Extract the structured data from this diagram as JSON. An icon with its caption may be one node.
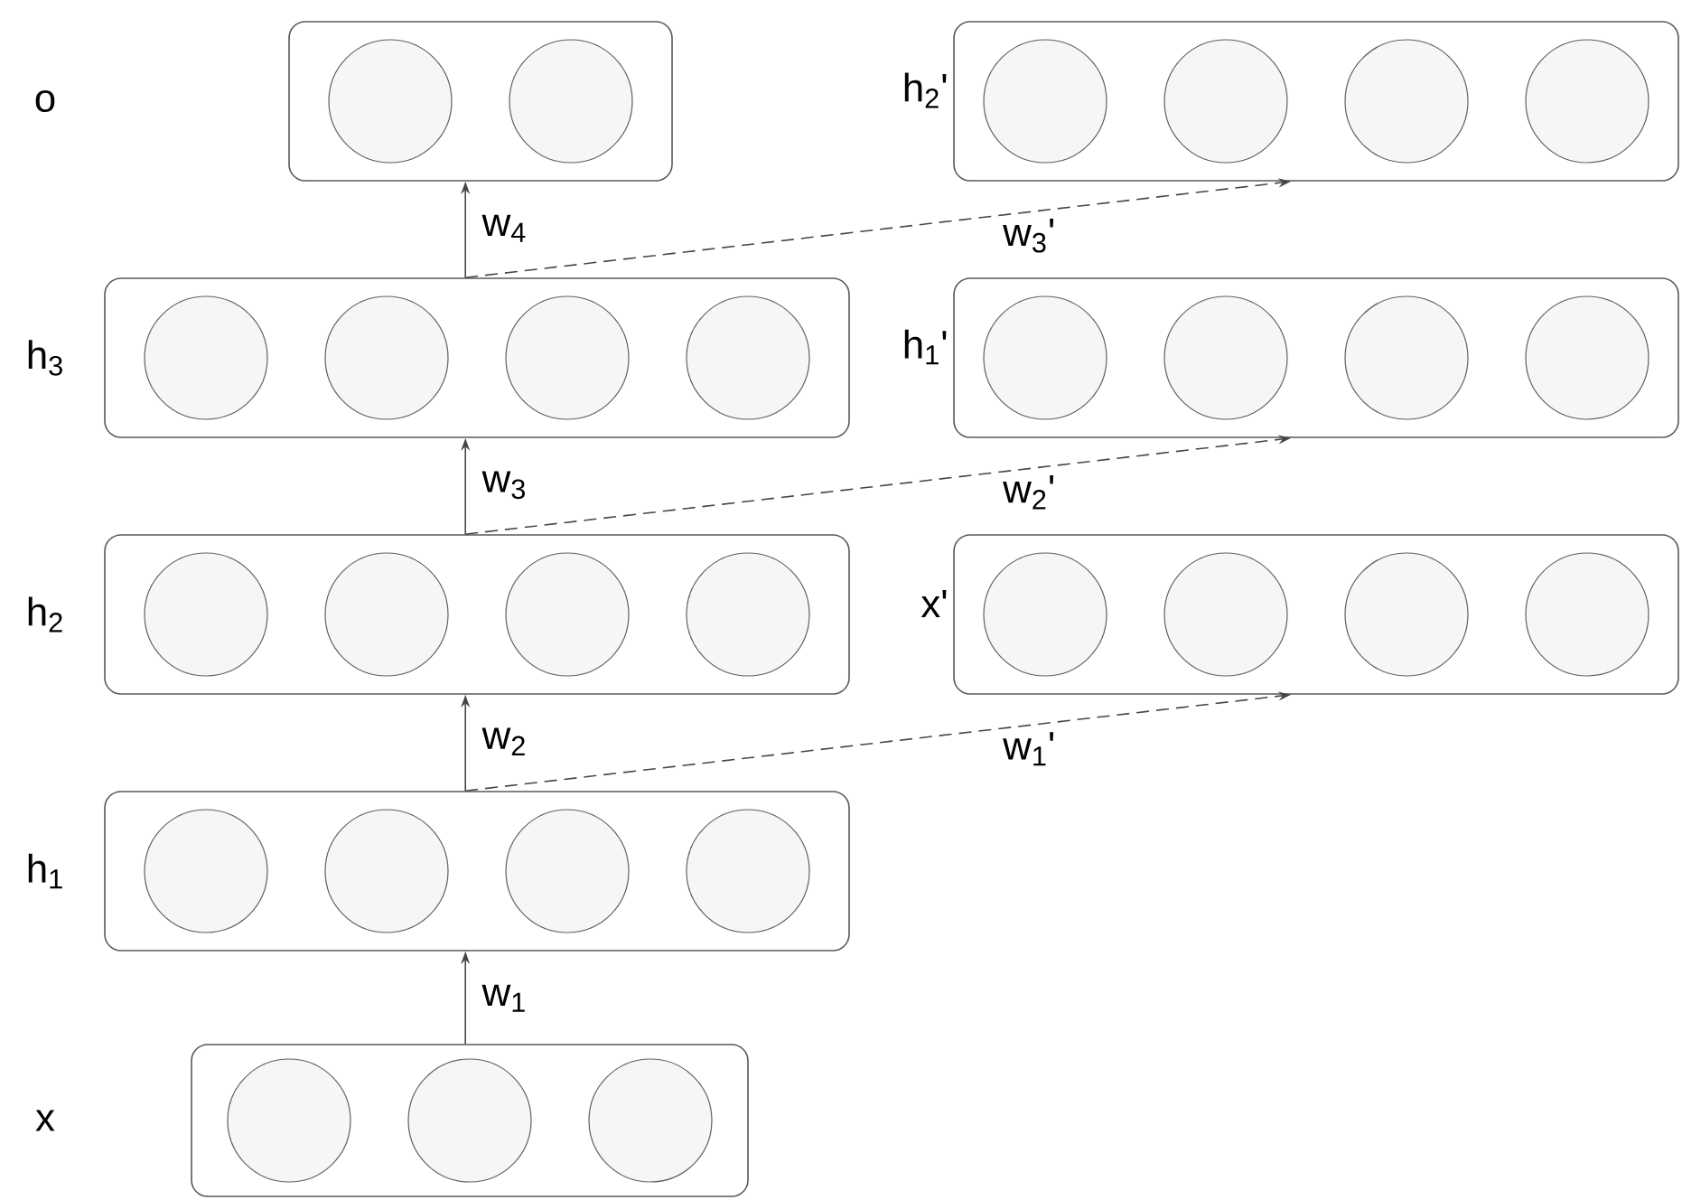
{
  "diagram": {
    "nodes": [
      {
        "text": [],
        "shape": "box"
      },
      {
        "text": [],
        "shape": "circle",
        "in": 0
      },
      {
        "text": [],
        "shape": "circle",
        "in": 0
      },
      {
        "text": [
          "h$_{2}$'"
        ]
      },
      {
        "text": [],
        "shape": "circle",
        "in": 3
      },
      {
        "text": [],
        "shape": "circle",
        "in": 3
      },
      {
        "text": [],
        "shape": "circle",
        "in": 3
      },
      {
        "text": [],
        "shape": "circle",
        "in": 3
      },
      {
        "text": [
          "h$_{3}$"
        ]
      },
      {
        "text": [],
        "shape": "circle",
        "in": 8
      },
      {
        "text": [],
        "shape": "circle",
        "in": 8
      },
      {
        "text": [],
        "shape": "circle",
        "in": 8
      },
      {
        "text": [],
        "shape": "circle",
        "in": 8
      },
      {
        "text": [
          "h$_{1}$'"
        ]
      },
      {
        "text": [],
        "shape": "circle",
        "in": 13
      },
      {
        "text": [],
        "shape": "circle",
        "in": 13
      },
      {
        "text": [],
        "shape": "circle",
        "in": 13
      },
      {
        "text": [],
        "shape": "circle",
        "in": 13
      },
      {
        "text": [
          "h$_{2}$"
        ]
      },
      {
        "text": [],
        "shape": "circle",
        "in": 18
      },
      {
        "text": [],
        "shape": "circle",
        "in": 18
      },
      {
        "text": [],
        "shape": "circle",
        "in": 18
      },
      {
        "text": [],
        "shape": "circle",
        "in": 18
      },
      {
        "text": [
          "x'"
        ]
      },
      {
        "text": [],
        "shape": "circle",
        "in": 23
      },
      {
        "text": [],
        "shape": "circle",
        "in": 23
      },
      {
        "text": [],
        "shape": "circle",
        "in": 23
      },
      {
        "text": [],
        "shape": "circle",
        "in": 23
      },
      {
        "text": [
          "h$_{1}$"
        ]
      },
      {
        "text": [],
        "shape": "circle",
        "in": 28
      },
      {
        "text": [],
        "shape": "circle",
        "in": 28
      },
      {
        "text": [],
        "shape": "circle",
        "in": 28
      },
      {
        "text": [],
        "shape": "circle",
        "in": 28
      },
      {
        "text": [
          "x"
        ]
      },
      {
        "text": [],
        "shape": "circle",
        "in": 33
      },
      {
        "text": [],
        "shape": "circle",
        "in": 33
      },
      {
        "text": [],
        "shape": "circle",
        "in": 33
      }
    ],
    "edges": [
      {
        "from": 33,
        "to": 28,
        "arrow": "to",
        "label": "w$_{1}$"
      },
      {
        "from": 28,
        "to": 18,
        "arrow": "to",
        "label": "w$_{2}$"
      },
      {
        "from": 18,
        "to": 8,
        "arrow": "to",
        "label": "w$_{3}$"
      },
      {
        "from": 8,
        "to": 0,
        "arrow": "to",
        "label": "w$_{4}$"
      },
      {
        "from": 28,
        "to": 23,
        "arrow": "to",
        "label": "w$_{1}$'",
        "style": "dashed"
      },
      {
        "from": 18,
        "to": 13,
        "arrow": "to",
        "label": "w$_{2}$'",
        "style": "dashed"
      },
      {
        "from": 8,
        "to": 3,
        "arrow": "to",
        "label": "w$_{3}$'",
        "style": "dashed"
      }
    ],
    "labels": [
      "o"
    ]
  }
}
